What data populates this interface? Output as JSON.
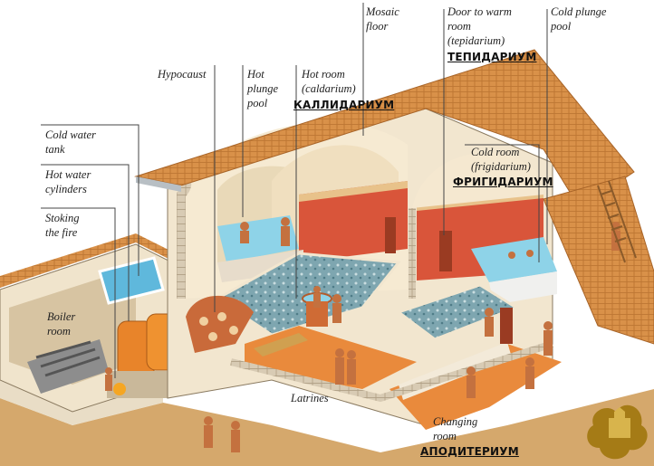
{
  "labels": {
    "mosaic_floor": "Mosaic\nfloor",
    "door_warm_room": "Door to warm\nroom\n(tepidarium)",
    "cold_plunge_pool": "Cold plunge\npool",
    "hypocaust": "Hypocaust",
    "hot_plunge_pool": "Hot\nplunge\npool",
    "hot_room": "Hot room\n(caldarium)",
    "cold_water_tank": "Cold water\ntank",
    "hot_water_cylinders": "Hot water\ncylinders",
    "stoking_the_fire": "Stoking\nthe fire",
    "cold_room": "Cold room\n(frigidarium)",
    "boiler_room": "Boiler\nroom",
    "latrines": "Latrines",
    "changing_room": "Changing\nroom"
  },
  "russian_labels": {
    "tepidarium": "ТЕПИДАРИУМ",
    "caldarium": "КАЛЛИДАРИУМ",
    "frigidarium": "ФРИГИДАРИУМ",
    "apodyterium": "АПОДИТЕРИУМ"
  },
  "colors": {
    "roof": "#d9914a",
    "wall_red": "#d9553a",
    "wall_cream": "#f3e3c3",
    "water": "#8ed3e8",
    "mosaic": "#6f9aa6",
    "floor_orange": "#e58a3b",
    "ground": "#d9a86a"
  }
}
